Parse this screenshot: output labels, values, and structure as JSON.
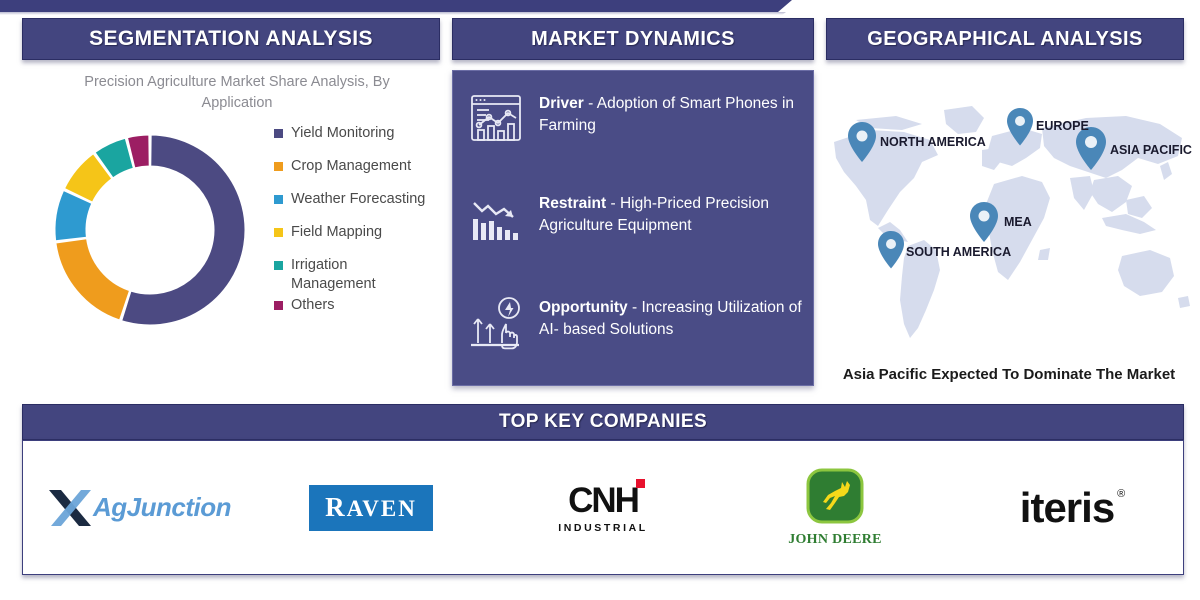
{
  "headers": {
    "segmentation": "SEGMENTATION ANALYSIS",
    "dynamics": "MARKET DYNAMICS",
    "geographical": "GEOGRAPHICAL ANALYSIS",
    "companies": "TOP KEY COMPANIES"
  },
  "segmentation": {
    "subtitle": "Precision Agriculture Market Share Analysis, By Application"
  },
  "chart_data": {
    "type": "pie",
    "title": "Precision Agriculture Market Share Analysis, By Application",
    "donut": true,
    "legend_position": "right",
    "categories": [
      "Yield Monitoring",
      "Crop Management",
      "Weather Forecasting",
      "Field Mapping",
      "Irrigation Management",
      "Others"
    ],
    "values": [
      55,
      18,
      9,
      8,
      6,
      4
    ],
    "colors": [
      "#4c4a82",
      "#ef9c1d",
      "#2e9ad0",
      "#f5c518",
      "#1aa5a0",
      "#9c1e63"
    ]
  },
  "legend": [
    {
      "label": "Yield Monitoring",
      "color": "#4c4a82"
    },
    {
      "label": "Crop Management",
      "color": "#ef9c1d"
    },
    {
      "label": "Weather Forecasting",
      "color": "#2e9ad0"
    },
    {
      "label": "Field Mapping",
      "color": "#f5c518"
    },
    {
      "label": "Irrigation Management",
      "color": "#1aa5a0"
    },
    {
      "label": "Others",
      "color": "#9c1e63"
    }
  ],
  "dynamics": [
    {
      "icon": "dashboard-chart-icon",
      "title": "Driver",
      "text": " - Adoption of Smart Phones in Farming"
    },
    {
      "icon": "declining-bar-chart-icon",
      "title": "Restraint",
      "text": " - High-Priced Precision Agriculture Equipment"
    },
    {
      "icon": "growth-arrows-hand-icon",
      "title": "Opportunity",
      "text": " - Increasing Utilization of AI- based Solutions"
    }
  ],
  "geography": {
    "markers": [
      {
        "label": "NORTH AMERICA"
      },
      {
        "label": "EUROPE"
      },
      {
        "label": "ASIA PACIFIC"
      },
      {
        "label": "SOUTH AMERICA"
      },
      {
        "label": "MEA"
      }
    ],
    "caption": "Asia Pacific Expected To Dominate The Market",
    "marker_color": "#4a87b8",
    "land_color": "#d6dced"
  },
  "companies": [
    {
      "name": "AgJunction",
      "text": "AgJunction"
    },
    {
      "name": "Raven",
      "text": "RAVEN"
    },
    {
      "name": "CNH Industrial",
      "text": "CNH",
      "sub": "INDUSTRIAL"
    },
    {
      "name": "John Deere",
      "text": "JOHN DEERE"
    },
    {
      "name": "Iteris",
      "text": "iteris",
      "sup": "®"
    }
  ],
  "colors": {
    "header_bg": "#43457f",
    "panel_bg": "#4a4c86",
    "accent": "#3d3f7d"
  }
}
